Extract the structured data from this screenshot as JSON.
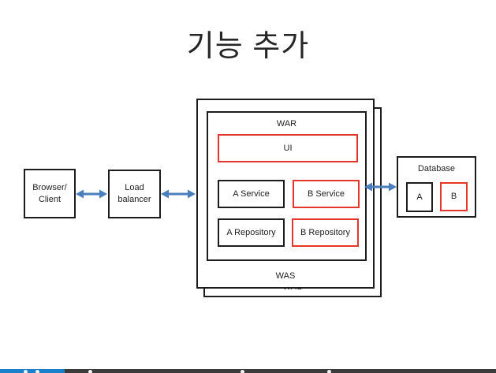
{
  "title": "기능 추가",
  "colors": {
    "red": "#e6352b",
    "black": "#1c1c1c",
    "blue": "#4a7ebc",
    "bar-blue": "#1b80cc",
    "bar-gray": "#3b3b3b"
  },
  "nodes": {
    "browser": {
      "label": "Browser/\nClient",
      "highlight": false
    },
    "load_balancer": {
      "label": "Load\nbalancer",
      "highlight": false
    },
    "was_front": {
      "label": "WAS",
      "highlight": false
    },
    "was_back": {
      "label": "WAS",
      "highlight": false
    },
    "war": {
      "label": "WAR",
      "highlight": false
    },
    "ui": {
      "label": "UI",
      "highlight": true
    },
    "a_service": {
      "label": "A Service",
      "highlight": false
    },
    "b_service": {
      "label": "B Service",
      "highlight": true
    },
    "a_repository": {
      "label": "A Repository",
      "highlight": false
    },
    "b_repository": {
      "label": "B Repository",
      "highlight": true
    },
    "database": {
      "label": "Database",
      "highlight": false
    },
    "db_a": {
      "label": "A",
      "highlight": false
    },
    "db_b": {
      "label": "B",
      "highlight": true
    }
  },
  "connectors": [
    {
      "id": "browser-loadbalancer",
      "type": "double-headed-arrow"
    },
    {
      "id": "loadbalancer-was",
      "type": "double-headed-arrow"
    },
    {
      "id": "was-database",
      "type": "double-headed-arrow"
    }
  ]
}
